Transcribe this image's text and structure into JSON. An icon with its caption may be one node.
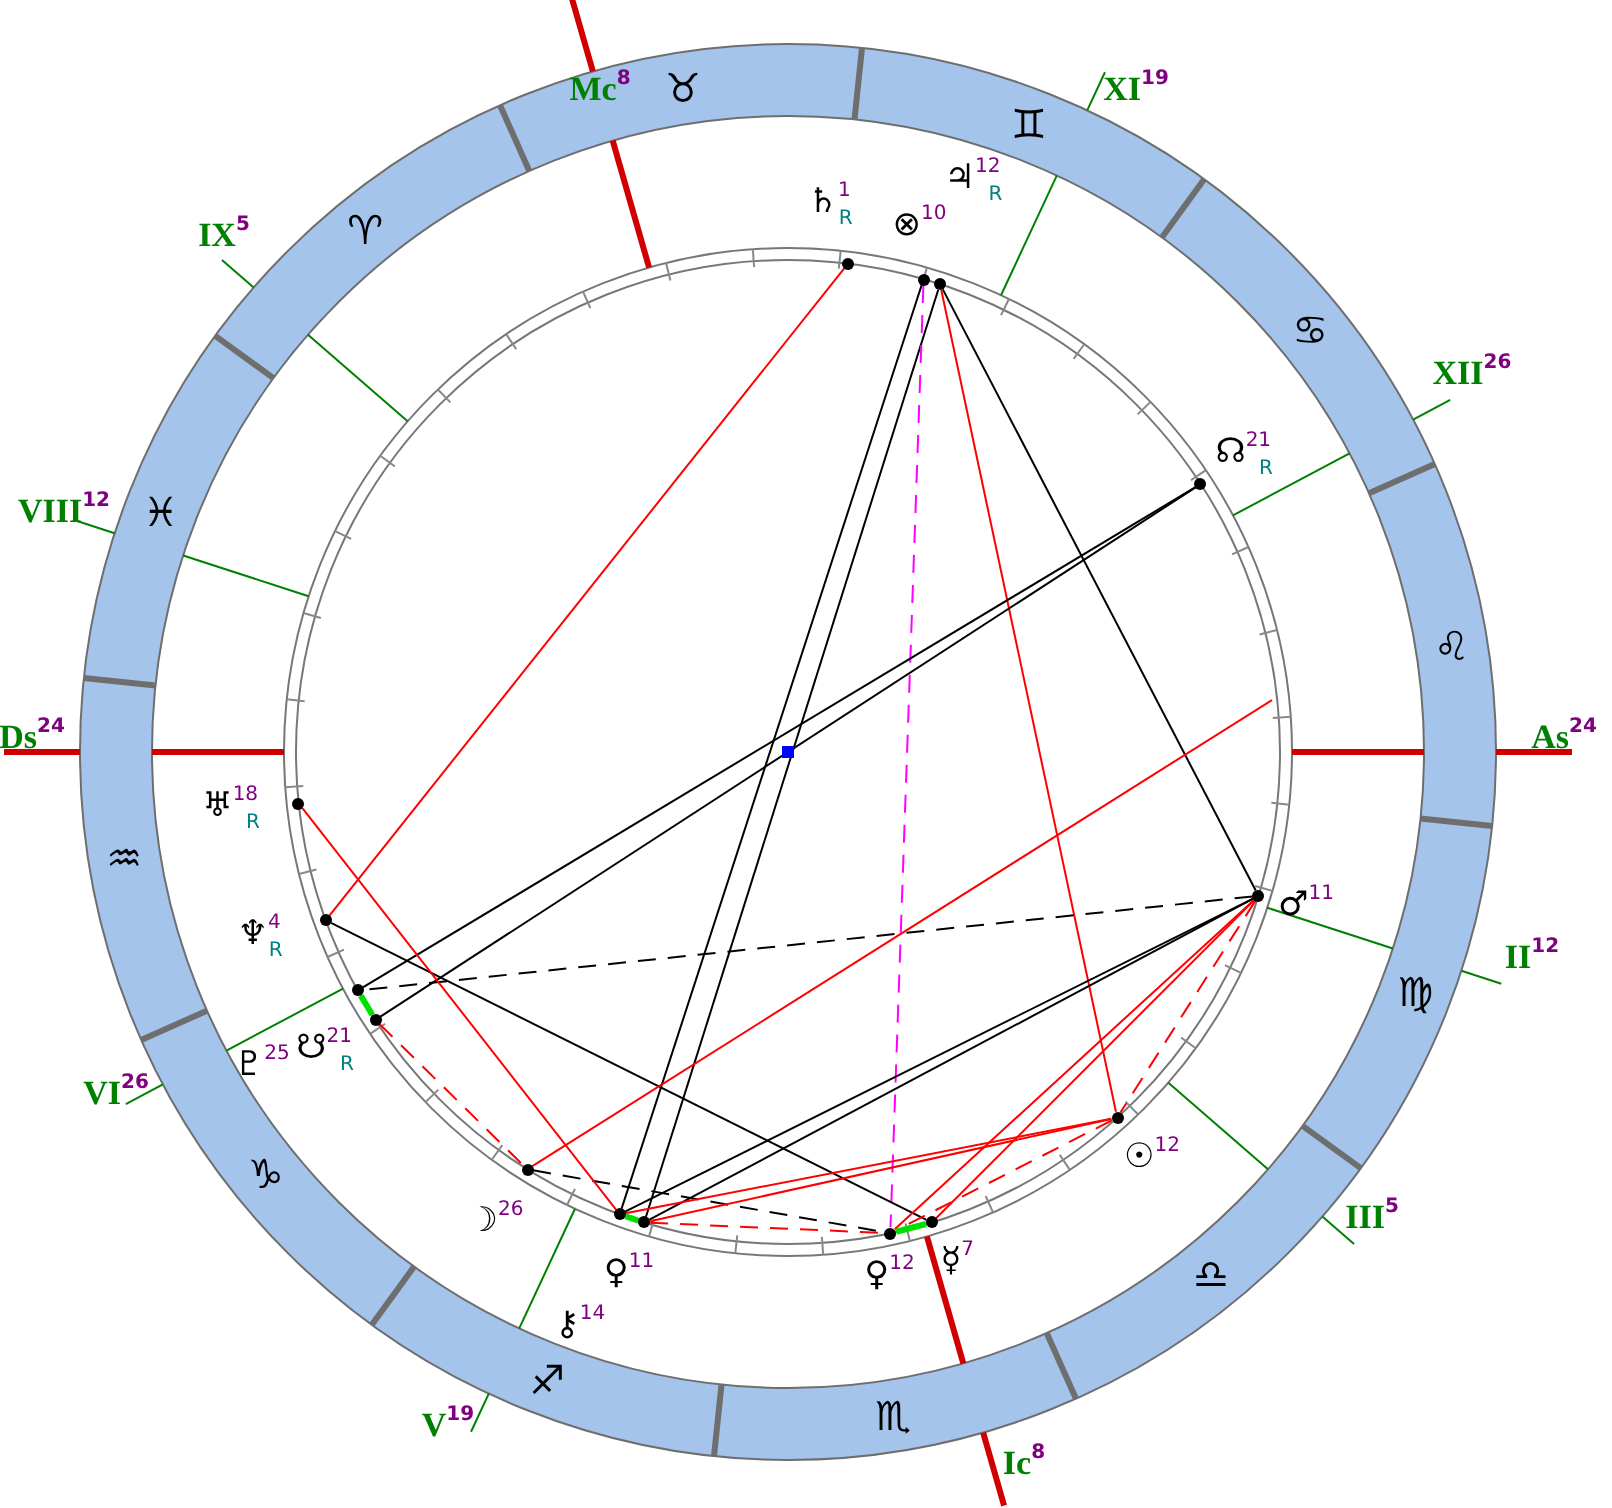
{
  "diagram": {
    "nodes": [
      {
        "text": [],
        "shape": "circle",
        "beside": [
          "♄$^{1}$$_{R}$"
        ]
      },
      {
        "text": [],
        "shape": "circle",
        "beside": [
          "⊗$^{10}$"
        ]
      },
      {
        "text": [],
        "shape": "circle",
        "beside": [
          "♃$^{12}$$_{R}$"
        ]
      },
      {
        "text": [],
        "shape": "circle",
        "beside": [
          "☊$^{21}$$_{R}$"
        ]
      },
      {
        "text": [],
        "shape": "circle",
        "beside": [
          "♂$^{11}$"
        ]
      },
      {
        "text": [],
        "shape": "circle",
        "beside": [
          "☉$^{12}$"
        ]
      },
      {
        "text": [],
        "shape": "circle",
        "beside": [
          "☿$^{7}$"
        ]
      },
      {
        "text": [],
        "shape": "circle",
        "beside": [
          "♀$^{12}$"
        ]
      },
      {
        "text": [],
        "shape": "circle",
        "beside": [
          "♀$^{11}$"
        ]
      },
      {
        "text": [],
        "shape": "circle",
        "beside": [
          "⚷$^{14}$"
        ]
      },
      {
        "text": [],
        "shape": "circle",
        "beside": [
          "☽$^{26}$"
        ]
      },
      {
        "text": [],
        "shape": "circle",
        "beside": [
          "☋$^{21}$$_{R}$"
        ]
      },
      {
        "text": [],
        "shape": "circle",
        "beside": [
          "♇$^{25}$"
        ]
      },
      {
        "text": [],
        "shape": "circle",
        "beside": [
          "♆$^{4}$$_{R}$"
        ]
      },
      {
        "text": [],
        "shape": "circle",
        "beside": [
          "♅$^{18}$$_{R}$"
        ]
      }
    ],
    "edges": [
      {
        "from": 0,
        "to": 13,
        "arrow": "none",
        "color": "#ff0000"
      },
      {
        "from": 1,
        "to": 9,
        "arrow": "none",
        "color": "#000000"
      },
      {
        "from": 2,
        "to": 8,
        "arrow": "none",
        "color": "#000000"
      },
      {
        "from": 2,
        "to": 4,
        "arrow": "none",
        "color": "#000000"
      },
      {
        "from": 2,
        "to": 5,
        "arrow": "none",
        "color": "#ff0000"
      },
      {
        "from": 1,
        "to": 7,
        "arrow": "none",
        "style": "dashed",
        "color": "#ff00ff"
      },
      {
        "from": 3,
        "to": 11,
        "arrow": "none",
        "color": "#000000"
      },
      {
        "from": 3,
        "to": 12,
        "arrow": "none",
        "color": "#000000"
      },
      {
        "from": 13,
        "to": 6,
        "arrow": "none",
        "color": "#000000"
      },
      {
        "from": 4,
        "to": 9,
        "arrow": "none",
        "color": "#000000"
      },
      {
        "from": 4,
        "to": 8,
        "arrow": "none",
        "color": "#000000"
      },
      {
        "from": 4,
        "to": 12,
        "arrow": "none",
        "style": "dashed",
        "color": "#000000"
      },
      {
        "from": 10,
        "to": 7,
        "arrow": "none",
        "style": "dashed",
        "color": "#000000"
      },
      {
        "from": 14,
        "to": 9,
        "arrow": "none",
        "color": "#ff0000"
      },
      {
        "from": 10,
        "to": null,
        "arrow": "none",
        "color": "#ff0000"
      },
      {
        "from": 5,
        "to": 9,
        "arrow": "none",
        "color": "#ff0000"
      },
      {
        "from": 5,
        "to": 8,
        "arrow": "none",
        "color": "#ff0000"
      },
      {
        "from": 4,
        "to": 7,
        "arrow": "none",
        "color": "#ff0000"
      },
      {
        "from": 4,
        "to": 6,
        "arrow": "none",
        "color": "#ff0000"
      },
      {
        "from": 11,
        "to": 10,
        "arrow": "none",
        "style": "dashed",
        "color": "#ff0000"
      },
      {
        "from": 4,
        "to": 5,
        "arrow": "none",
        "style": "dashed",
        "color": "#ff0000"
      },
      {
        "from": 5,
        "to": 7,
        "arrow": "none",
        "style": "dashed",
        "color": "#ff0000"
      },
      {
        "from": 8,
        "to": 7,
        "arrow": "none",
        "style": "dashed",
        "color": "#ff0000"
      },
      {
        "from": 12,
        "to": 11,
        "arrow": "none",
        "style": "thick",
        "color": "#00e000"
      },
      {
        "from": 9,
        "to": 8,
        "arrow": "none",
        "style": "thick",
        "color": "#00e000"
      },
      {
        "from": 7,
        "to": 6,
        "arrow": "none",
        "style": "thick",
        "color": "#00e000"
      }
    ],
    "labels": [
      "Mc$^{8}$",
      "♉",
      "XI$^{19}$",
      "♊",
      "IX$^{5}$",
      "♈",
      "♋",
      "XII$^{26}$",
      "VIII$^{12}$",
      "♓",
      "♌",
      "Ds$^{24}$",
      "As$^{24}$",
      "♒",
      "II$^{12}$",
      "♍",
      "VI$^{26}$",
      "♑",
      "III$^{5}$",
      "♎",
      "♐",
      "V$^{19}$",
      "♏",
      "Ic$^{8}$"
    ]
  }
}
